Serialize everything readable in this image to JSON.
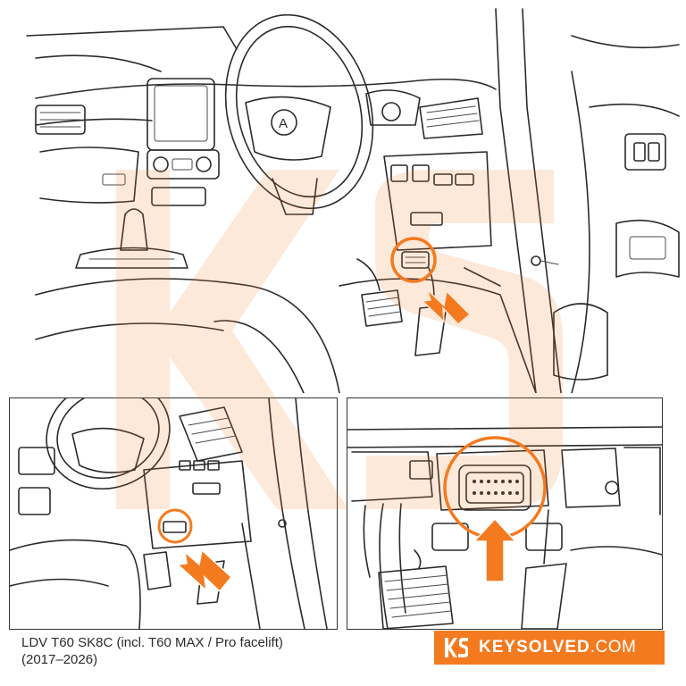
{
  "caption": {
    "model_line": "LDV T60 SK8C (incl. T60 MAX / Pro facelift)",
    "years_line": "(2017–2026)"
  },
  "brand": {
    "name": "KEYSOLVED",
    "domain": ".COM",
    "logo_icon": "ks-monogram-icon"
  },
  "illustration": {
    "main_view": "driver-footwell-dashboard",
    "inset_left_view": "footwell-side-view",
    "inset_right_view": "obd-port-closeup",
    "steering_logo": "A"
  },
  "colors": {
    "accent": "#F47A20",
    "line": "#2A2A2A",
    "background": "#FFFFFF"
  }
}
